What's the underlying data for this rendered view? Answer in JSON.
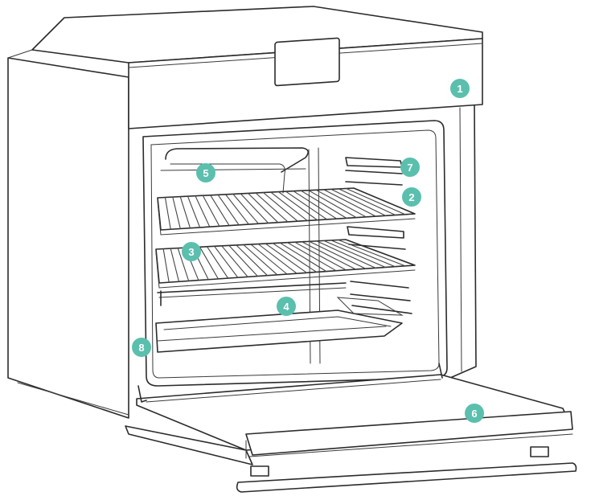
{
  "colors": {
    "callout_fill": "#5bbfad",
    "callout_text": "#ffffff",
    "line": "#2b2b2b"
  },
  "callouts": [
    {
      "id": "1",
      "label": "1",
      "part": "control-panel"
    },
    {
      "id": "2",
      "label": "2",
      "part": "shelf-guide"
    },
    {
      "id": "3",
      "label": "3",
      "part": "wire-shelf"
    },
    {
      "id": "4",
      "label": "4",
      "part": "baking-tray"
    },
    {
      "id": "5",
      "label": "5",
      "part": "top-heating-element"
    },
    {
      "id": "6",
      "label": "6",
      "part": "oven-door"
    },
    {
      "id": "7",
      "label": "7",
      "part": "side-rail"
    },
    {
      "id": "8",
      "label": "8",
      "part": "door-hinge"
    }
  ]
}
